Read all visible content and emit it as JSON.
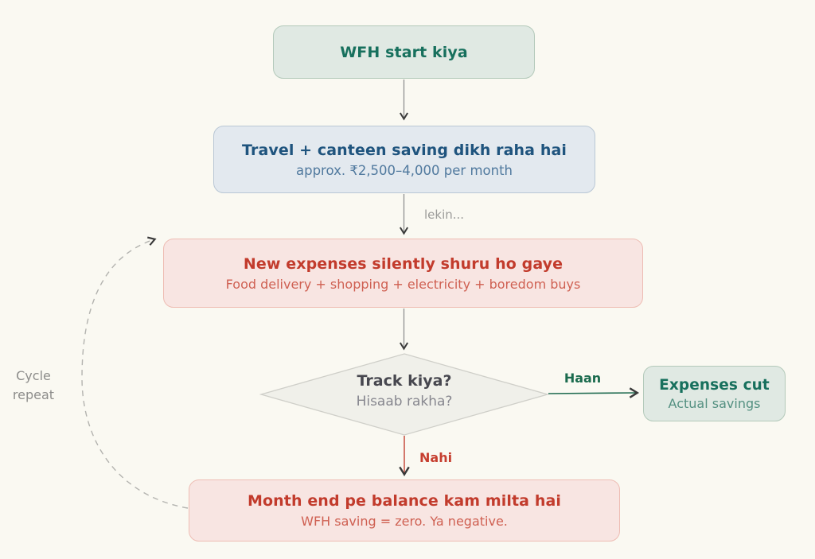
{
  "diagram": {
    "type": "flowchart",
    "nodes": {
      "start": {
        "label": "WFH start kiya"
      },
      "saving": {
        "title": "Travel + canteen saving dikh raha hai",
        "subtitle": "approx. ₹2,500–4,000 per month"
      },
      "expenses": {
        "title": "New expenses silently shuru ho gaye",
        "subtitle": "Food delivery + shopping + electricity + boredom buys"
      },
      "decision": {
        "title": "Track kiya?",
        "subtitle": "Hisaab rakha?"
      },
      "expenses_cut": {
        "title": "Expenses cut",
        "subtitle": "Actual savings"
      },
      "month_end": {
        "title": "Month end pe balance kam milta hai",
        "subtitle": "WFH saving = zero. Ya negative."
      }
    },
    "edges": {
      "lekin_label": "lekin...",
      "haan_label": "Haan",
      "nahi_label": "Nahi",
      "cycle_label": "Cycle repeat"
    },
    "colors": {
      "background": "#faf9f2",
      "green_fill": "#e0e9e3",
      "green_border": "#b3c9ba",
      "green_text": "#17705d",
      "green_subtext": "#559182",
      "blue_fill": "#e3e9ef",
      "blue_border": "#b9c7d5",
      "blue_text": "#1f547e",
      "blue_subtext": "#50799e",
      "red_fill": "#f8e5e2",
      "red_border": "#eebdb4",
      "red_text": "#c23b2c",
      "red_subtext": "#cf6052",
      "diamond_fill": "#f0f0ea",
      "diamond_border": "#cfcfc9",
      "decision_text": "#47474f",
      "decision_subtext": "#87878f",
      "gray_line": "#8f8f8f",
      "dashed_line": "#b3b3af",
      "green_line": "#1f6b50",
      "red_line": "#c9574a",
      "arrowhead": "#3a3a3a"
    }
  }
}
